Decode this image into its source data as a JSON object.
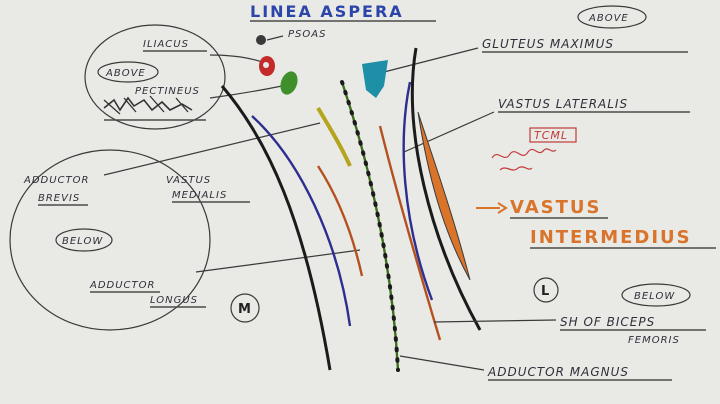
{
  "title": "LINEA ASPERA",
  "labels": {
    "psoas": "PSOAS",
    "iliacus": "ILIACUS",
    "above_left": "ABOVE",
    "pectineus": "PECTINEUS",
    "above_right": "ABOVE",
    "gluteus_maximus": "GLUTEUS MAXIMUS",
    "vastus_lateralis": "VASTUS LATERALIS",
    "tcml": "TCML",
    "vastus_intermedius": "VASTUS",
    "vastus_intermedius_2": "INTERMEDIUS",
    "adductor_brevis_1": "ADDUCTOR",
    "adductor_brevis_2": "BREVIS",
    "vastus_medialis_1": "VASTUS",
    "vastus_medialis_2": "MEDIALIS",
    "below_left": "BELOW",
    "adductor_longus_1": "ADDUCTOR",
    "adductor_longus_2": "LONGUS",
    "medial_mark": "M",
    "lateral_mark": "L",
    "below_right": "BELOW",
    "sh_biceps_1": "SH OF BICEPS",
    "sh_biceps_2": "FEMORIS",
    "adductor_magnus": "ADDUCTOR MAGNUS"
  },
  "colors": {
    "title": "#2b45a8",
    "gluteus": "#1d8fa6",
    "iliacus": "#c42a2a",
    "pectineus": "#3f8f2a",
    "vastus_medialis_line": "#2c2f8f",
    "pectineus_line": "#b5a51c",
    "adductor_longus_line": "#b4521f",
    "adductor_magnus_line": "#3e6e1c",
    "vastus_lateralis_line": "#2c2f8f",
    "biceps_line": "#b4521f",
    "intermedius_fill": "#d9742a",
    "bone_edge": "#1b1b1b"
  }
}
